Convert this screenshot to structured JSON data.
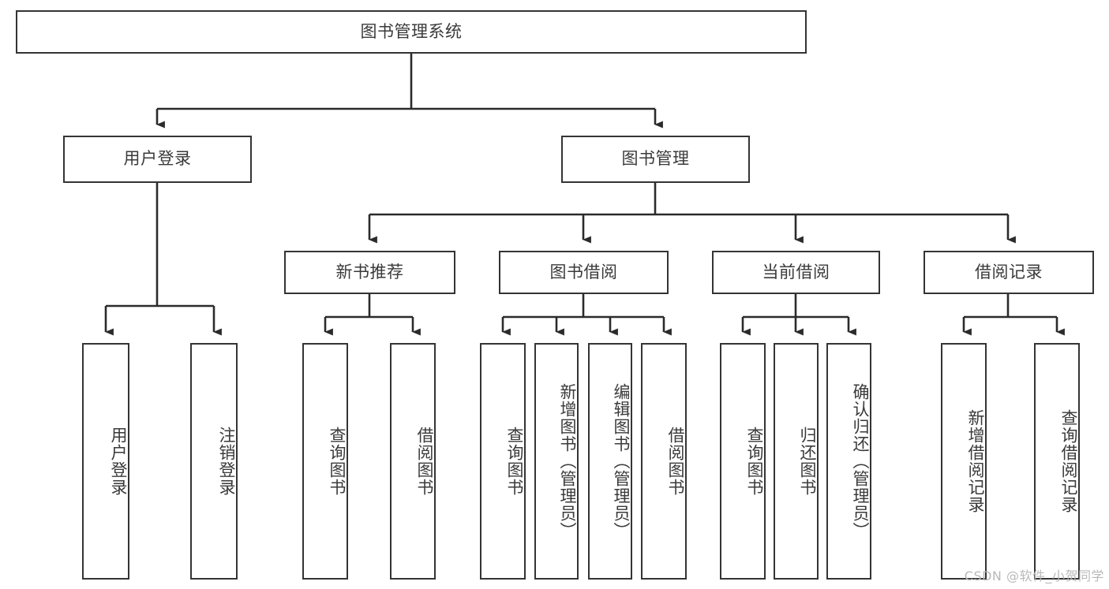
{
  "diagram": {
    "title": "图书管理系统",
    "type": "tree-hierarchy",
    "colors": {
      "box_border": "#343434",
      "box_fill": "#ffffff",
      "text": "#3a3a3a",
      "edge": "#2b2b2b",
      "background": "#ffffff",
      "watermark": "#b9b9b9"
    },
    "root": {
      "label": "图书管理系统"
    },
    "level2": [
      {
        "label": "用户登录"
      },
      {
        "label": "图书管理"
      }
    ],
    "level3": [
      {
        "label": "新书推荐"
      },
      {
        "label": "图书借阅"
      },
      {
        "label": "当前借阅"
      },
      {
        "label": "借阅记录"
      }
    ],
    "leaves": {
      "user_login": [
        {
          "label": "用户登录"
        },
        {
          "label": "注销登录"
        }
      ],
      "new_book": [
        {
          "label": "查询图书"
        },
        {
          "label": "借阅图书"
        }
      ],
      "book_borrow": [
        {
          "label": "查询图书"
        },
        {
          "label": "新增图书（管理员）"
        },
        {
          "label": "编辑图书（管理员）"
        },
        {
          "label": "借阅图书"
        }
      ],
      "current_borrow": [
        {
          "label": "查询图书"
        },
        {
          "label": "归还图书"
        },
        {
          "label": "确认归还（管理员）"
        }
      ],
      "borrow_record": [
        {
          "label": "新增借阅记录"
        },
        {
          "label": "查询借阅记录"
        }
      ]
    }
  },
  "watermark": {
    "text": "CSDN @软件_小贺同学"
  }
}
